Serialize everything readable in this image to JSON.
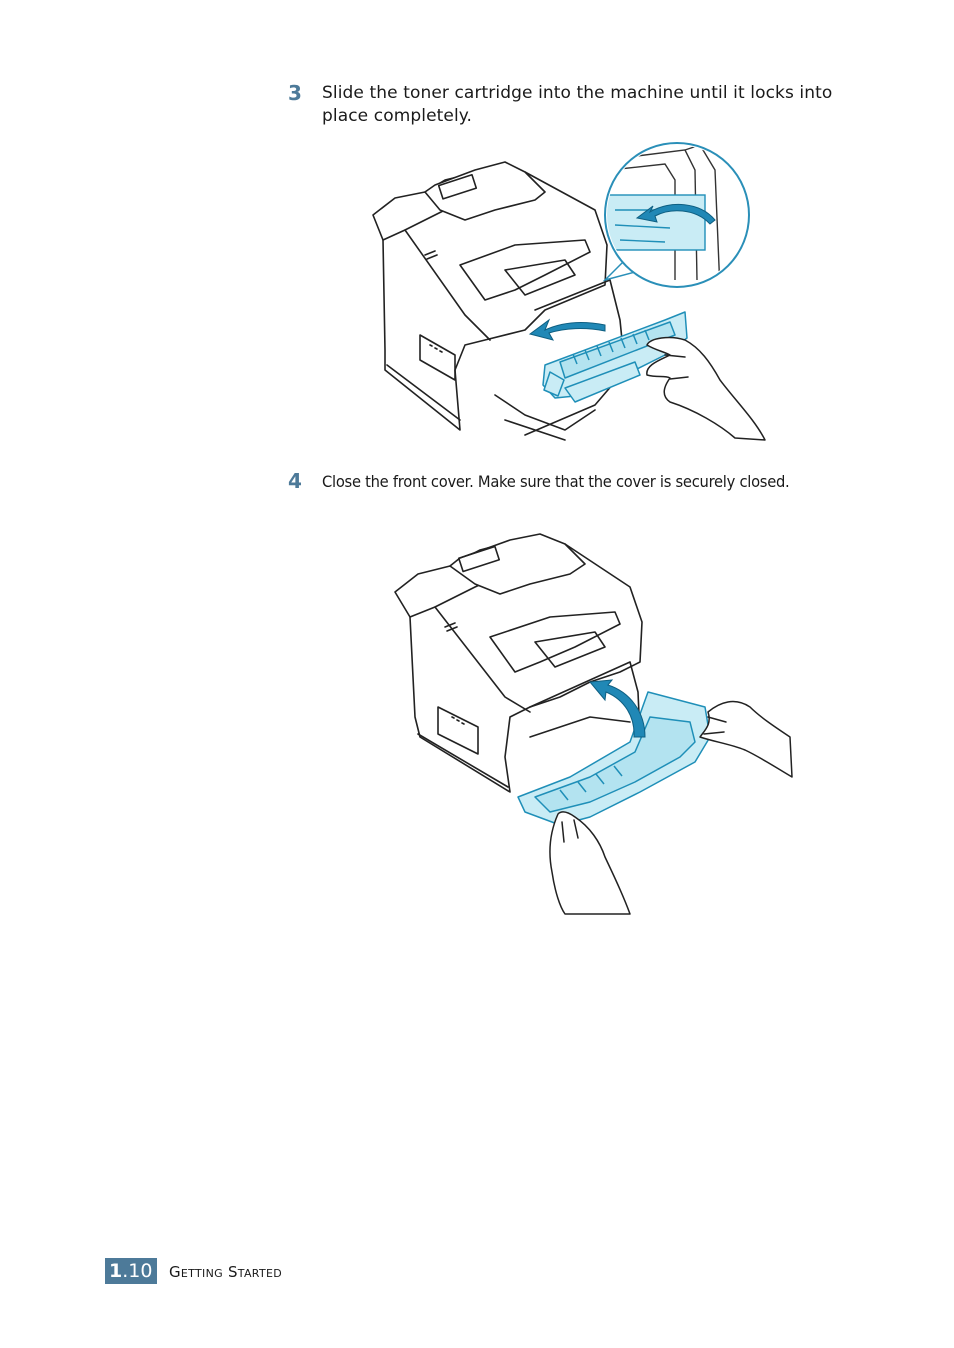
{
  "steps": [
    {
      "number": "3",
      "text": "Slide the toner cartridge into the machine until it locks into place completely."
    },
    {
      "number": "4",
      "text": "Close the front cover. Make sure that the cover is securely closed."
    }
  ],
  "footer": {
    "chapter": "1",
    "page": ".10",
    "section": "Getting Started"
  },
  "colors": {
    "accent": "#4d7a99",
    "highlight_fill": "#c9ecf5",
    "highlight_stroke": "#1f8fb8"
  },
  "figures": [
    {
      "name": "insert-toner-cartridge-illustration"
    },
    {
      "name": "close-front-cover-illustration"
    }
  ]
}
